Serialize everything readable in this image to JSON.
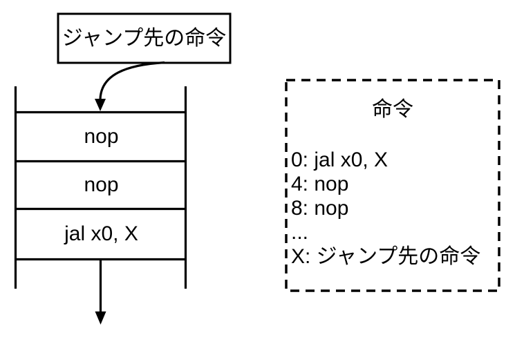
{
  "colors": {
    "ink": "#000000",
    "background": "#ffffff"
  },
  "jump_box": {
    "label": "ジャンプ先の命令"
  },
  "pipeline": {
    "cells": [
      "nop",
      "nop",
      "jal x0, X"
    ]
  },
  "memory_box": {
    "title": "命令",
    "lines": [
      "0: jal x0, X",
      "4: nop",
      "8: nop",
      "...",
      "X: ジャンプ先の命令"
    ]
  }
}
